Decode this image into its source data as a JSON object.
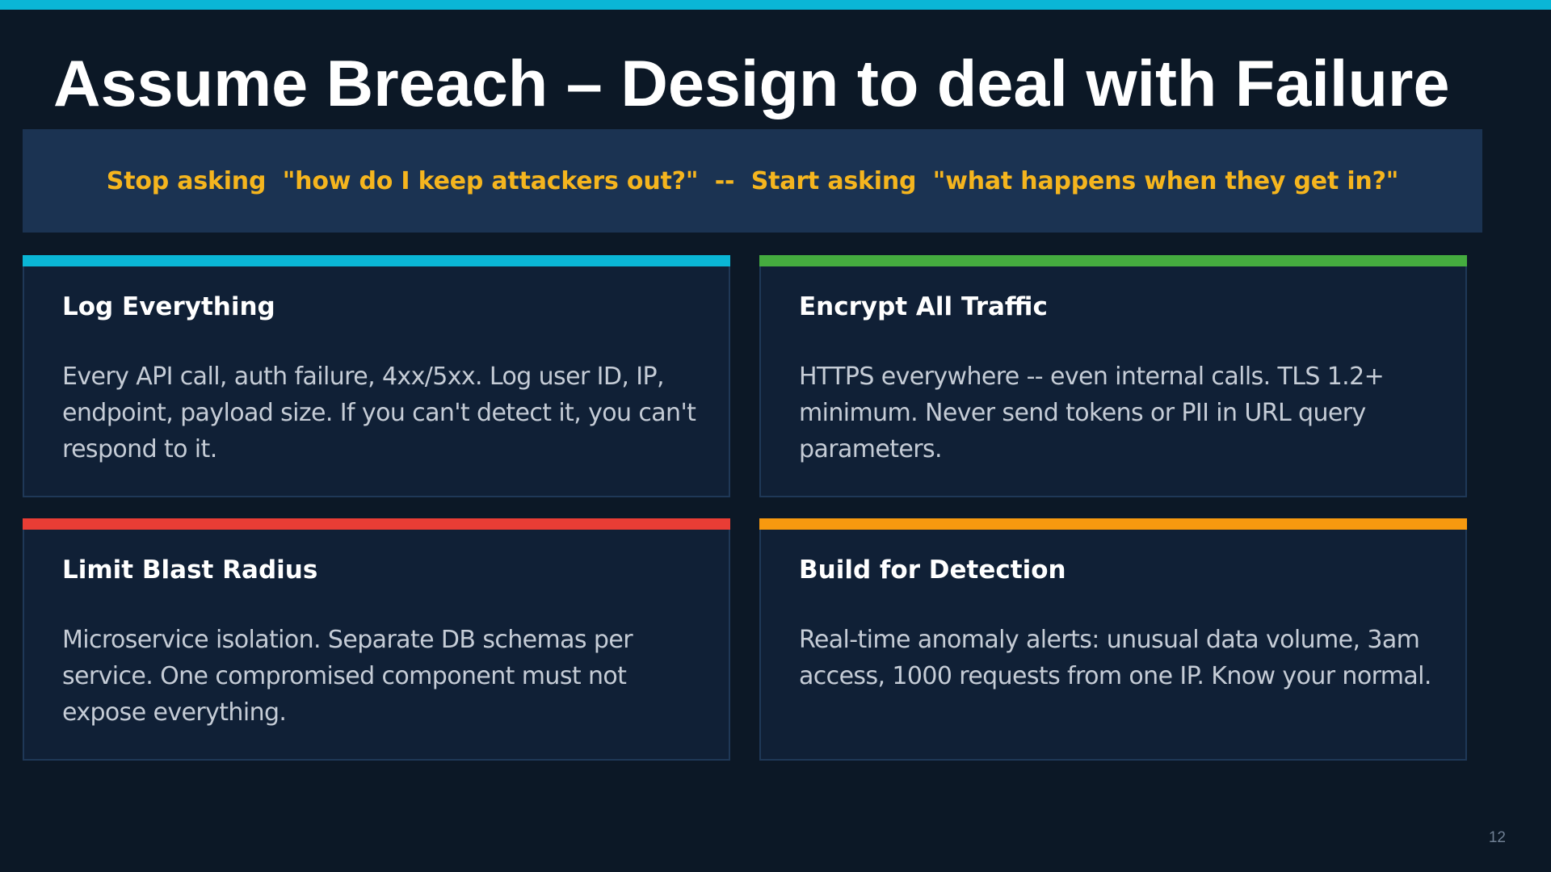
{
  "slide": {
    "title": "Assume Breach – Design to deal with Failure",
    "banner": "Stop asking  \"how do I keep attackers out?\"  --  Start asking  \"what happens when they get in?\"",
    "page_number": "12"
  },
  "colors": {
    "background": "#0c1826",
    "top_bar": "#0ab6d6",
    "banner_background": "#1b3352",
    "banner_text": "#f5b51e",
    "card_background": "#102036"
  },
  "cards": [
    {
      "title": "Log Everything",
      "body": "Every API call, auth failure, 4xx/5xx. Log user ID, IP, endpoint, payload size. If you can't detect it, you can't respond to it.",
      "accent": "#0ab6d6"
    },
    {
      "title": "Encrypt All Traffic",
      "body": "HTTPS everywhere -- even internal calls. TLS 1.2+ minimum. Never send tokens or PII in URL query parameters.",
      "accent": "#45ac3f"
    },
    {
      "title": "Limit Blast Radius",
      "body": "Microservice isolation. Separate DB schemas per service. One compromised component must not expose everything.",
      "accent": "#e93d35"
    },
    {
      "title": "Build for Detection",
      "body": "Real-time anomaly alerts: unusual data volume, 3am access, 1000 requests from one IP. Know your normal.",
      "accent": "#f7990f"
    }
  ]
}
